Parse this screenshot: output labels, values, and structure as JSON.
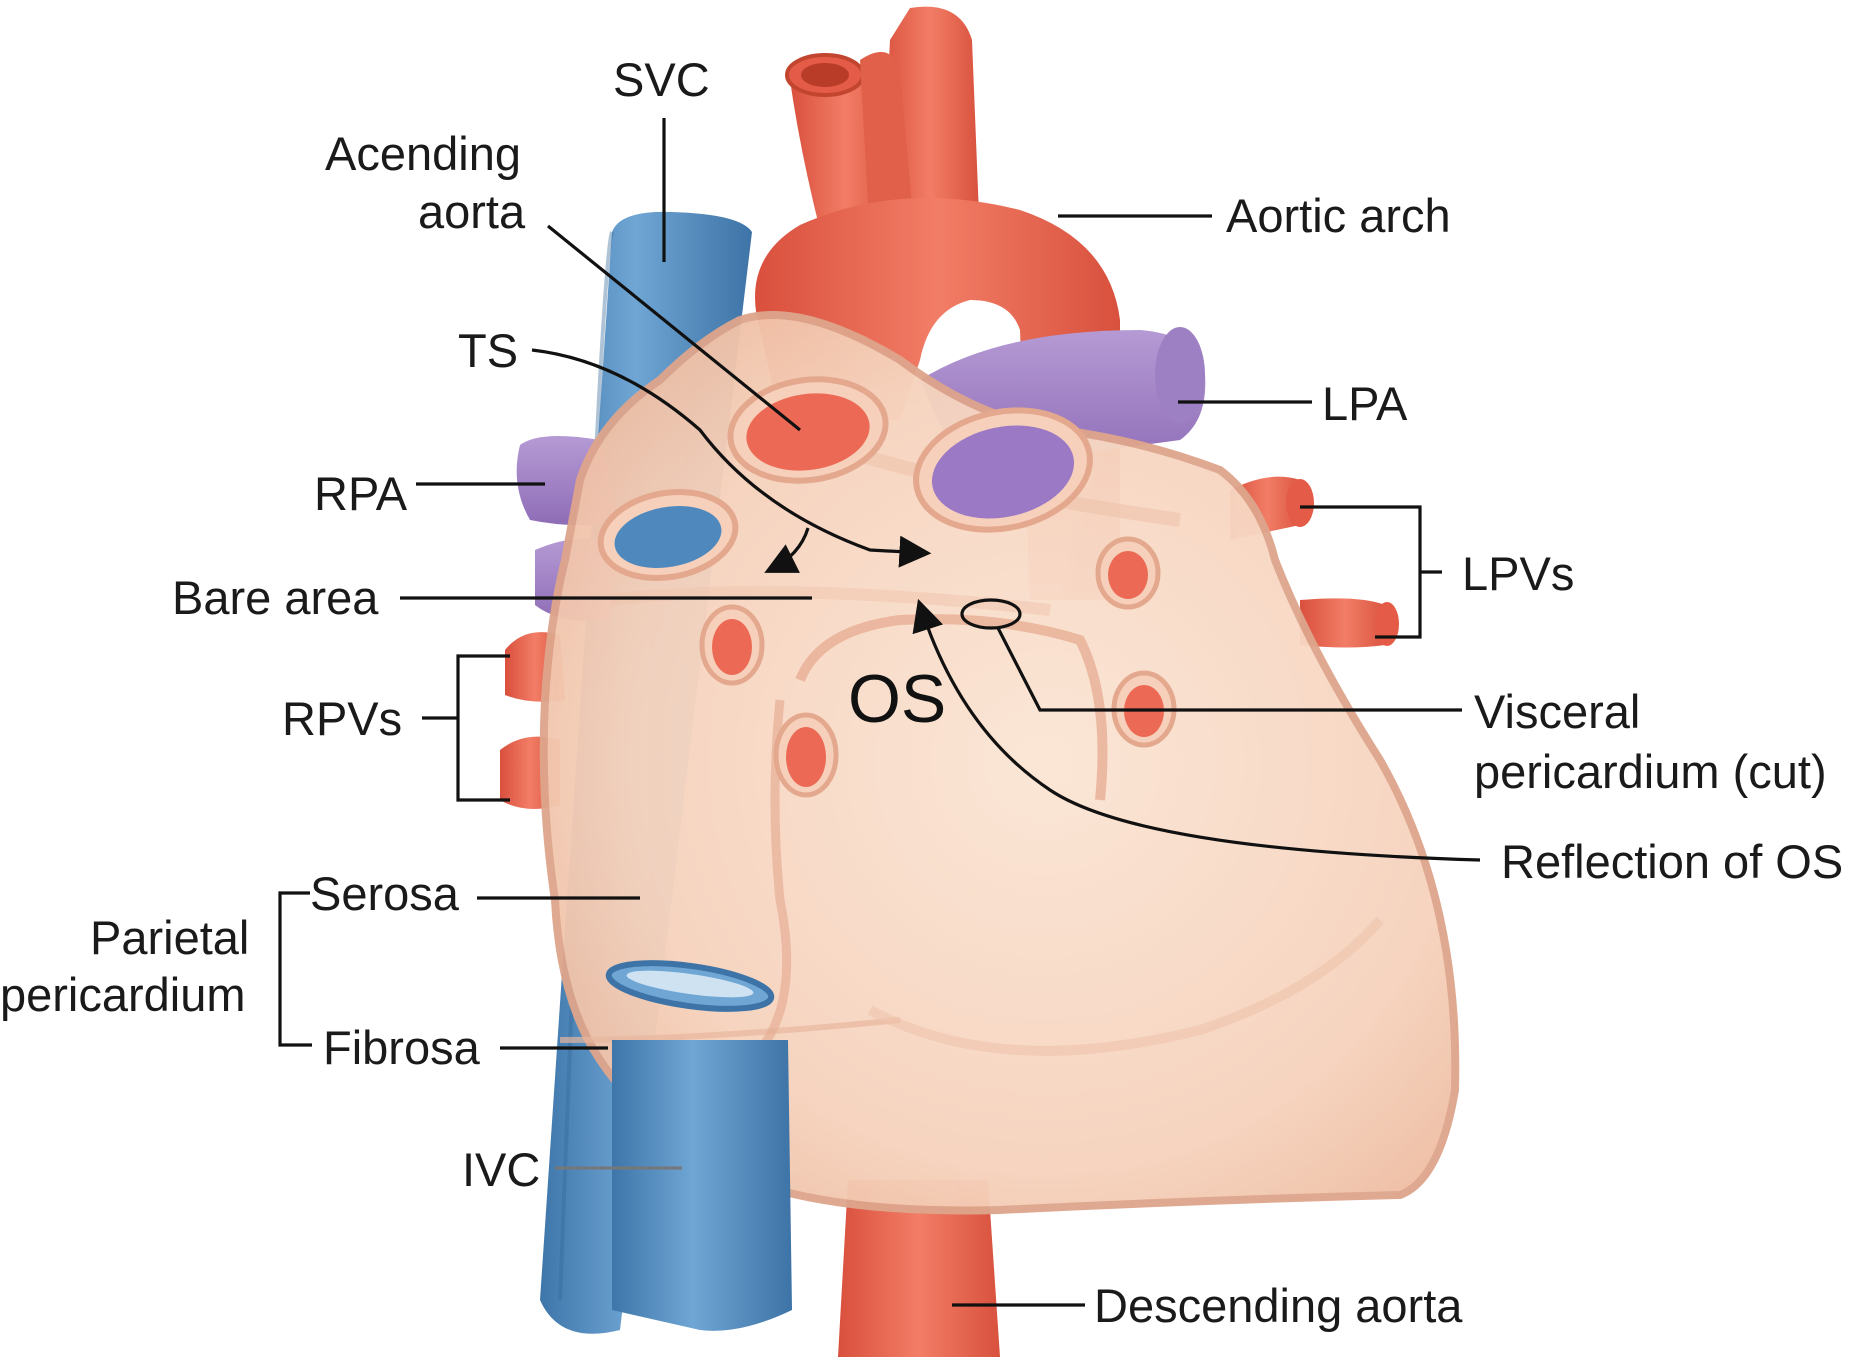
{
  "labels": {
    "svc": "SVC",
    "ascending_aorta_1": "Acending",
    "ascending_aorta_2": "aorta",
    "aortic_arch": "Aortic arch",
    "ts": "TS",
    "lpa": "LPA",
    "rpa": "RPA",
    "lpvs": "LPVs",
    "bare_area": "Bare area",
    "os": "OS",
    "rpvs": "RPVs",
    "visceral_1": "Visceral",
    "visceral_2": "pericardium (cut)",
    "reflection_os": "Reflection of OS",
    "serosa": "Serosa",
    "parietal_1": "Parietal",
    "parietal_2": "pericardium",
    "fibrosa": "Fibrosa",
    "ivc": "IVC",
    "descending_aorta": "Descending aorta"
  },
  "colors": {
    "vein_blue": "#5b93c4",
    "artery_red": "#ec6a55",
    "pulmonary_purple": "#a98ac9",
    "pericardium": "#f8d9c6",
    "pericardium_edge": "#dea58c"
  }
}
